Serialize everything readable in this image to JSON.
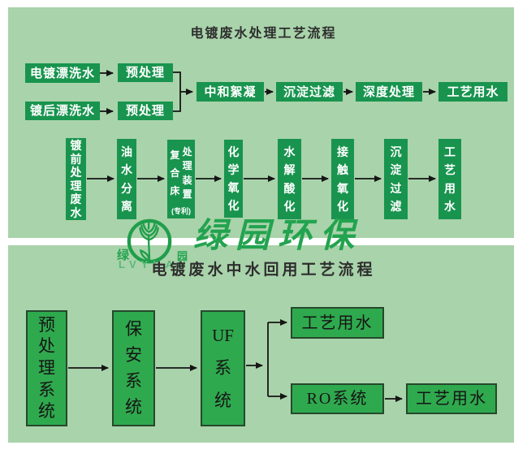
{
  "colors": {
    "panel": "#a9d3aa",
    "box_dark": "#18944e",
    "box_bright": "#2fa94e",
    "box_border": "#26482c",
    "accent": "#1f9e4b",
    "brand": "#23a34f",
    "title": "#2e2e2e",
    "ink": "#151515"
  },
  "top": {
    "title": "电镀废水处理工艺流程",
    "row1": {
      "input1": "电镀漂洗水",
      "pre1": "预处理",
      "input2": "镀后漂洗水",
      "pre2": "预处理",
      "neutralize": "中和絮凝",
      "settle_filter": "沉淀过滤",
      "deep_treat": "深度处理",
      "process_water": "工艺用水"
    },
    "row2": {
      "source": "镀前处理废水",
      "oil_separation": "油水分离",
      "composite": {
        "left": "复合床",
        "right": "处理装置",
        "patent": "(专利)"
      },
      "chemical_oxidation": "化学氧化",
      "hydrolysis_acidification": "水解酸化",
      "contact_oxidation": "接触氧化",
      "settle_filter": "沉淀过滤",
      "process_water": "工艺用水"
    }
  },
  "watermark": {
    "char_left": "绿",
    "char_right": "园",
    "latin": "LVYUAN",
    "brand": "绿园环保"
  },
  "bottom": {
    "title": "电镀废水中水回用工艺流程",
    "pretreatment_system": "预处理系统",
    "security_system": "保安系统",
    "uf_system": "UF系统",
    "process_water_top": "工艺用水",
    "ro_system": "RO系统",
    "process_water_bottom": "工艺用水"
  }
}
